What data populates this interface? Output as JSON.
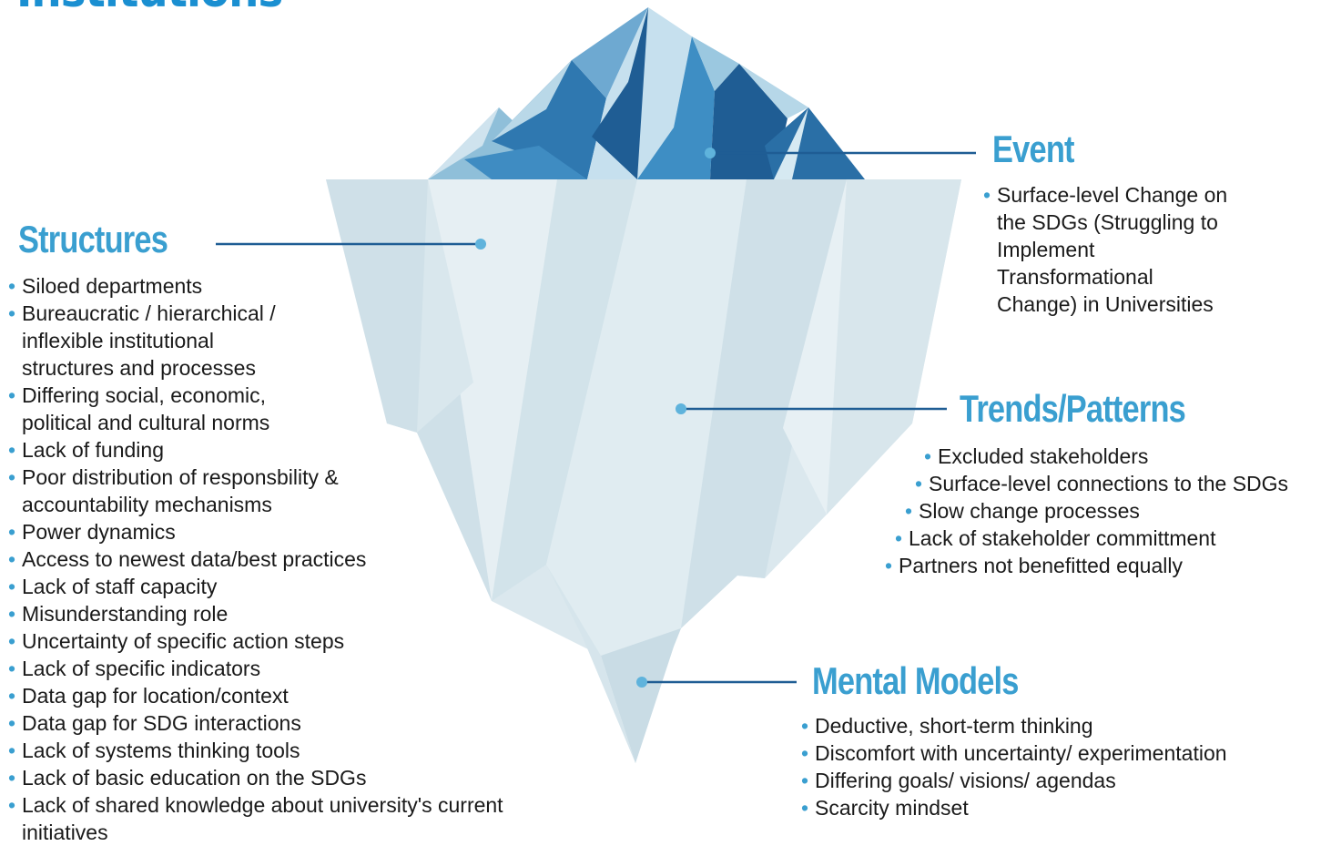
{
  "title": "Institutions",
  "colors": {
    "accent": "#3a9fd0",
    "title": "#1a8fd1",
    "text": "#1a1a1a",
    "ice": "#dbe9ef",
    "peak": "#1e6fa8"
  },
  "sections": {
    "event": {
      "heading": "Event",
      "items": [
        "Surface-level Change on\nthe SDGs (Struggling to\nImplement\nTransformational\nChange) in Universities"
      ]
    },
    "structures": {
      "heading": "Structures",
      "items": [
        "Siloed departments",
        "Bureaucratic / hierarchical /\ninflexible institutional\nstructures and processes",
        "Differing social, economic,\npolitical and cultural norms",
        "Lack of funding",
        "Poor distribution of responsbility &\naccountability mechanisms",
        "Power dynamics",
        "Access to newest data/best practices",
        "Lack of staff capacity",
        "Misunderstanding role",
        "Uncertainty of specific action steps",
        "Lack of specific indicators",
        "Data gap for location/context",
        "Data gap for SDG interactions",
        "Lack of systems thinking tools",
        "Lack of basic education on the SDGs",
        "Lack of shared knowledge about university's current\ninitiatives"
      ]
    },
    "trends": {
      "heading": "Trends/Patterns",
      "items": [
        "Excluded stakeholders",
        "Surface-level connections to the SDGs",
        "Slow change processes",
        "Lack of stakeholder committment",
        "Partners not benefitted equally"
      ]
    },
    "mental_models": {
      "heading": "Mental Models",
      "items": [
        "Deductive, short-term thinking",
        "Discomfort with uncertainty/ experimentation",
        "Differing goals/ visions/ agendas",
        "Scarcity mindset"
      ]
    }
  }
}
